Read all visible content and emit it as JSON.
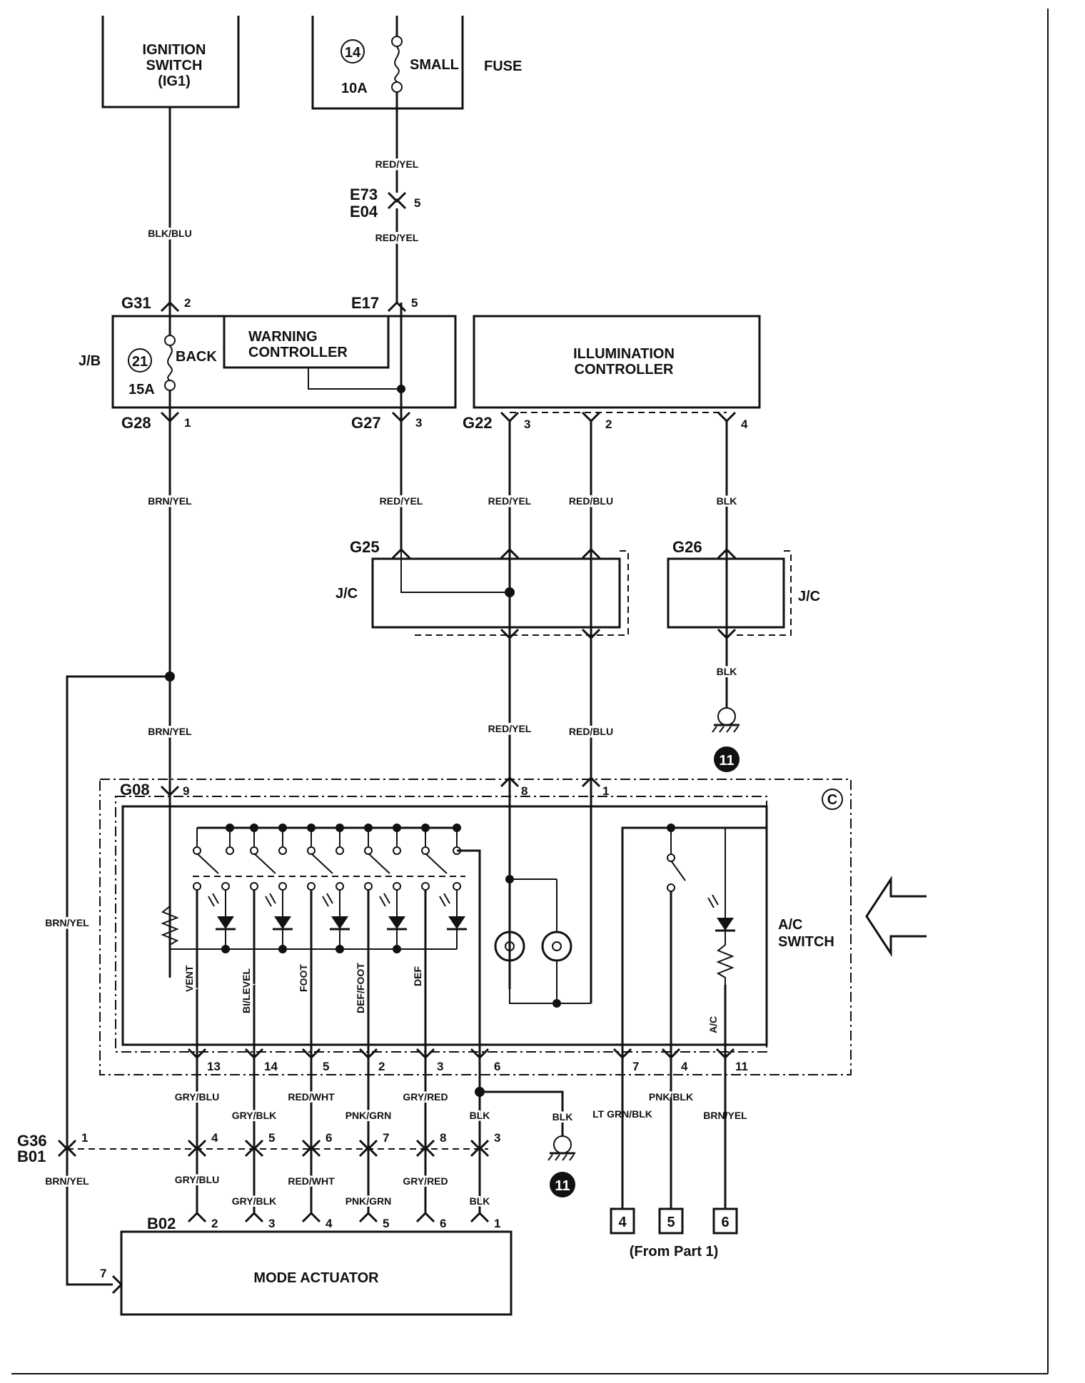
{
  "components": {
    "ignition_switch": {
      "line1": "IGNITION",
      "line2": "SWITCH",
      "line3": "(IG1)"
    },
    "fuse_small": {
      "number": "14",
      "name": "SMALL",
      "rating": "10A",
      "label": "FUSE"
    },
    "junction_block": {
      "label": "J/B",
      "fuse_number": "21",
      "fuse_name": "BACK",
      "fuse_rating": "15A"
    },
    "warning_controller": {
      "line1": "WARNING",
      "line2": "CONTROLLER"
    },
    "illumination_controller": {
      "line1": "ILLUMINATION",
      "line2": "CONTROLLER"
    },
    "jc_g25": {
      "label": "J/C"
    },
    "jc_g26": {
      "label": "J/C"
    },
    "ac_switch": {
      "line1": "A/C",
      "line2": "SWITCH",
      "corner": "C"
    },
    "mode_actuator": {
      "label": "MODE ACTUATOR"
    },
    "ground": {
      "number": "11"
    },
    "from_part": {
      "label": "(From Part 1)",
      "terminals": [
        "4",
        "5",
        "6"
      ]
    }
  },
  "connectors": {
    "e73": "E73",
    "e04": "E04",
    "e73_pin": "5",
    "g31": "G31",
    "g31_pin": "2",
    "e17": "E17",
    "e17_pin": "5",
    "g28": "G28",
    "g28_pin": "1",
    "g27": "G27",
    "g27_pin": "3",
    "g22": "G22",
    "g22_pins": [
      "3",
      "2",
      "4"
    ],
    "g25": "G25",
    "g26": "G26",
    "g08": "G08",
    "g08_pins": [
      "9",
      "8",
      "1"
    ],
    "ac_bottom_pins": [
      "13",
      "14",
      "5",
      "2",
      "3",
      "6",
      "7",
      "4",
      "11"
    ],
    "g36": "G36",
    "b01": "B01",
    "g36_pins": [
      "1",
      "4",
      "5",
      "6",
      "7",
      "8",
      "3"
    ],
    "b02": "B02",
    "b02_pins": [
      "2",
      "3",
      "4",
      "5",
      "6",
      "1"
    ],
    "actuator_side_pin": "7"
  },
  "wires": {
    "red_yel": "RED/YEL",
    "blk_blu": "BLK/BLU",
    "brn_yel": "BRN/YEL",
    "red_blu": "RED/BLU",
    "blk": "BLK",
    "gry_blu": "GRY/BLU",
    "gry_blk": "GRY/BLK",
    "red_wht": "RED/WHT",
    "pnk_grn": "PNK/GRN",
    "gry_red": "GRY/RED",
    "lt_grn_blk": "LT GRN/BLK",
    "pnk_blk": "PNK/BLK"
  },
  "switch_positions": [
    "VENT",
    "BI/LEVEL",
    "FOOT",
    "DEF/FOOT",
    "DEF",
    "A/C"
  ]
}
